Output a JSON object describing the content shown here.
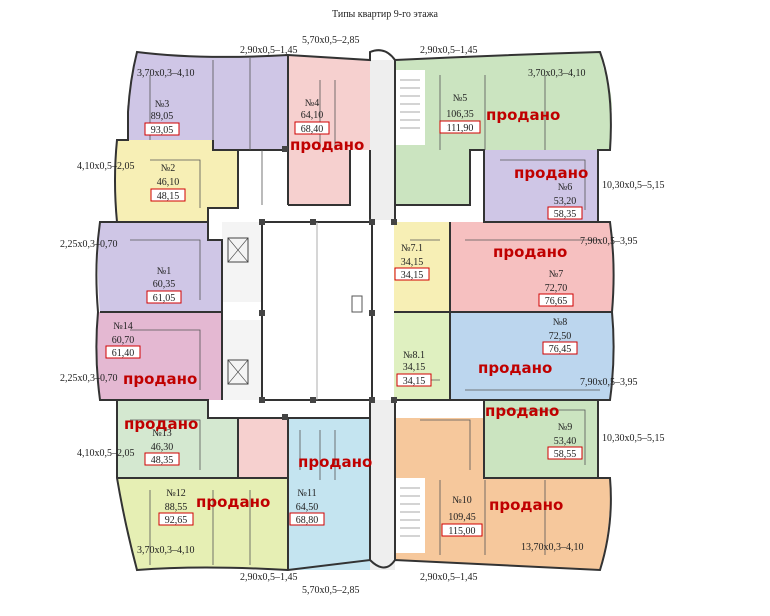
{
  "title": "Типы квартир 9-го этажа",
  "sold_label": "продано",
  "dimensions": {
    "top_left": "2,90x0,5–1,45",
    "top_center": "5,70x0,5–2,85",
    "top_right": "2,90x0,5–1,45",
    "tl_corner": "3,70x0,3–4,10",
    "tr_corner": "3,70x0,3–4,10",
    "left_upper": "4,10x0,5–2,05",
    "left_mid_upper": "2,25x0,3–0,70",
    "left_mid_lower": "2,25x0,3–0,70",
    "left_lower": "4,10x0,5–2,05",
    "right_upper": "10,30x0,5–5,15",
    "right_mid_upper": "7,90x0,5–3,95",
    "right_mid_lower": "7,90x0,5–3,95",
    "right_lower": "10,30x0,5–5,15",
    "bl_corner": "3,70x0,3–4,10",
    "br_corner": "13,70x0,3–4,10",
    "bottom_left": "2,90x0,5–1,45",
    "bottom_right": "2,90x0,5–1,45",
    "bottom_center": "5,70x0,5–2,85"
  },
  "apartments": {
    "a1": {
      "no": "№1",
      "area": "60,35",
      "total": "61,05"
    },
    "a2": {
      "no": "№2",
      "area": "46,10",
      "total": "48,15"
    },
    "a3": {
      "no": "№3",
      "area": "89,05",
      "total": "93,05"
    },
    "a4": {
      "no": "№4",
      "area": "64,10",
      "total": "68,40"
    },
    "a5": {
      "no": "№5",
      "area": "106,35",
      "total": "111,90"
    },
    "a6": {
      "no": "№6",
      "area": "53,20",
      "total": "58,35"
    },
    "a71": {
      "no": "№7.1",
      "area": "34,15",
      "total": "34,15"
    },
    "a7": {
      "no": "№7",
      "area": "72,70",
      "total": "76,65"
    },
    "a8": {
      "no": "№8",
      "area": "72,50",
      "total": "76,45"
    },
    "a81": {
      "no": "№8.1",
      "area": "34,15",
      "total": "34,15"
    },
    "a9": {
      "no": "№9",
      "area": "53,40",
      "total": "58,55"
    },
    "a10": {
      "no": "№10",
      "area": "109,45",
      "total": "115,00"
    },
    "a11": {
      "no": "№11",
      "area": "64,50",
      "total": "68,80"
    },
    "a12": {
      "no": "№12",
      "area": "88,55",
      "total": "92,65"
    },
    "a13": {
      "no": "№13",
      "area": "46,30",
      "total": "48,35"
    },
    "a14": {
      "no": "№14",
      "area": "60,70",
      "total": "61,40"
    }
  },
  "colors": {
    "violet": "#cfc6e6",
    "yellow": "#f7efb5",
    "pink": "#f6d0cf",
    "green": "#cbe4c0",
    "salmon": "#f6c0c0",
    "blue": "#bcd6ee",
    "magenta": "#e4b8d2",
    "orange": "#f6c89c",
    "cyan": "#c4e4f0",
    "lime": "#e6efb4",
    "grey": "#e6e6e6",
    "sold": "#c00000"
  }
}
